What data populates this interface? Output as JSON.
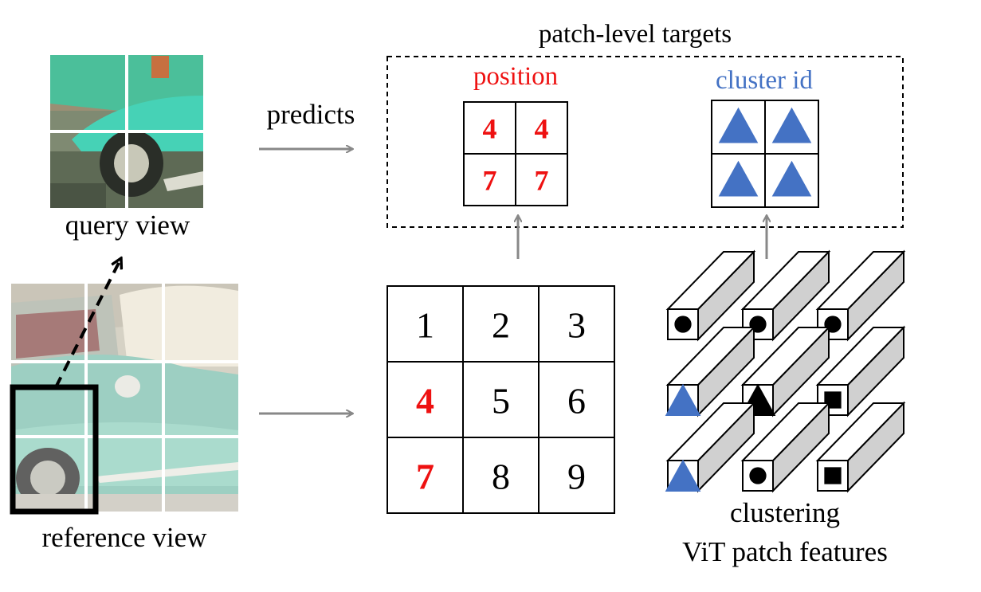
{
  "labels": {
    "query_view": "query view",
    "reference_view": "reference view",
    "predicts": "predicts",
    "patch_level_targets": "patch-level targets",
    "position": "position",
    "cluster_id": "cluster id",
    "clustering": "clustering",
    "vit_patch_features": "ViT patch features"
  },
  "position_targets": [
    "4",
    "4",
    "7",
    "7"
  ],
  "cluster_targets": [
    "triangle",
    "triangle",
    "triangle",
    "triangle"
  ],
  "reference_grid": [
    "1",
    "2",
    "3",
    "4",
    "5",
    "6",
    "7",
    "8",
    "9"
  ],
  "reference_grid_highlighted": [
    "4",
    "7"
  ],
  "feature_grid_symbols": [
    [
      "circle",
      "circle",
      "circle"
    ],
    [
      "triangle",
      "triangle",
      "square"
    ],
    [
      "triangle",
      "circle",
      "square"
    ]
  ],
  "colors": {
    "position": "#ee1111",
    "cluster": "#4472c4",
    "arrow": "#888888",
    "highlight": "#ee1111",
    "feature_side": "#d0d0d0",
    "car_teal": "#5fb8a4",
    "query_teal": "#49d0b5"
  }
}
